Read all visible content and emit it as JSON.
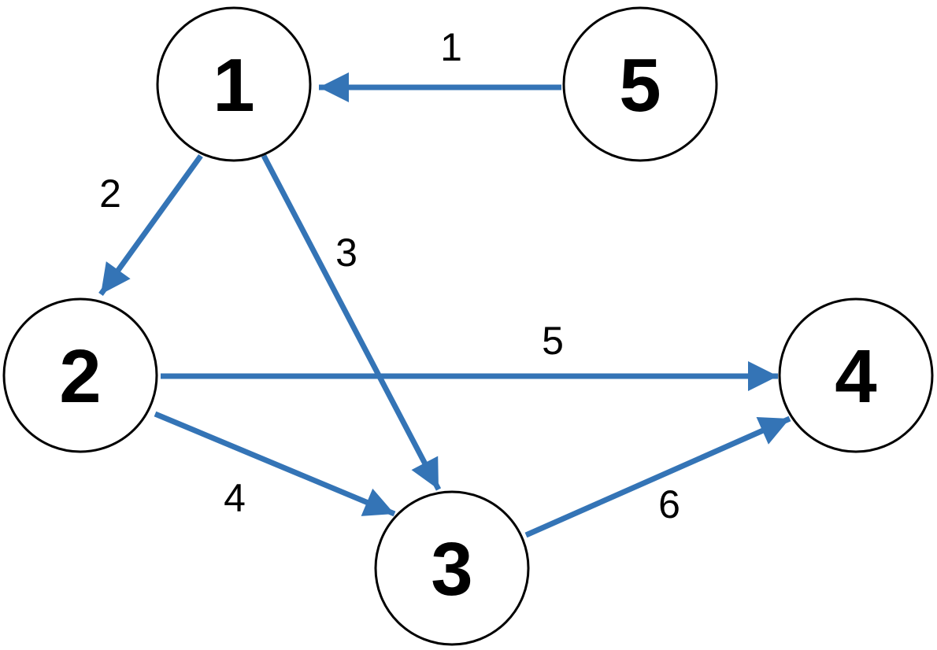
{
  "colors": {
    "edge": "#3474b6",
    "node_stroke": "#000000",
    "node_fill": "#ffffff",
    "text": "#000000"
  },
  "nodes": [
    {
      "id": "1",
      "label": "1"
    },
    {
      "id": "5",
      "label": "5"
    },
    {
      "id": "2",
      "label": "2"
    },
    {
      "id": "4",
      "label": "4"
    },
    {
      "id": "3",
      "label": "3"
    }
  ],
  "edges": [
    {
      "from": "5",
      "to": "1",
      "weight": "1"
    },
    {
      "from": "1",
      "to": "2",
      "weight": "2"
    },
    {
      "from": "1",
      "to": "3",
      "weight": "3"
    },
    {
      "from": "2",
      "to": "3",
      "weight": "4"
    },
    {
      "from": "2",
      "to": "4",
      "weight": "5"
    },
    {
      "from": "3",
      "to": "4",
      "weight": "6"
    }
  ]
}
